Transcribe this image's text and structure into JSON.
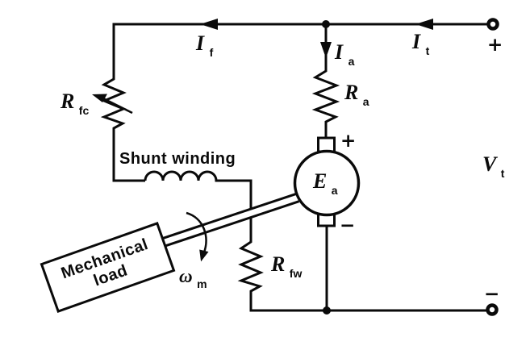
{
  "figure": {
    "colors": {
      "ink": "#0a0a0a",
      "background": "#ffffff"
    },
    "components": {
      "shunt_winding_label": "Shunt winding",
      "mechanical_load": {
        "line1": "Mechanical",
        "line2": "load"
      },
      "field_rheostat": {
        "symbol": "R",
        "subscript": "fc"
      },
      "armature_resistance": {
        "symbol": "R",
        "subscript": "a"
      },
      "field_winding_resistance": {
        "symbol": "R",
        "subscript": "fw"
      },
      "back_emf": {
        "symbol": "E",
        "subscript": "a"
      },
      "terminal_voltage": {
        "symbol": "V",
        "subscript": "t"
      },
      "field_current": {
        "symbol": "I",
        "subscript": "f"
      },
      "armature_current": {
        "symbol": "I",
        "subscript": "a"
      },
      "line_current": {
        "symbol": "I",
        "subscript": "t"
      },
      "shaft_speed": {
        "symbol": "ω",
        "subscript": "m"
      }
    },
    "polarity": {
      "top_terminal": "+",
      "bottom_terminal": "−",
      "armature_top": "+",
      "armature_bottom": "−"
    }
  }
}
